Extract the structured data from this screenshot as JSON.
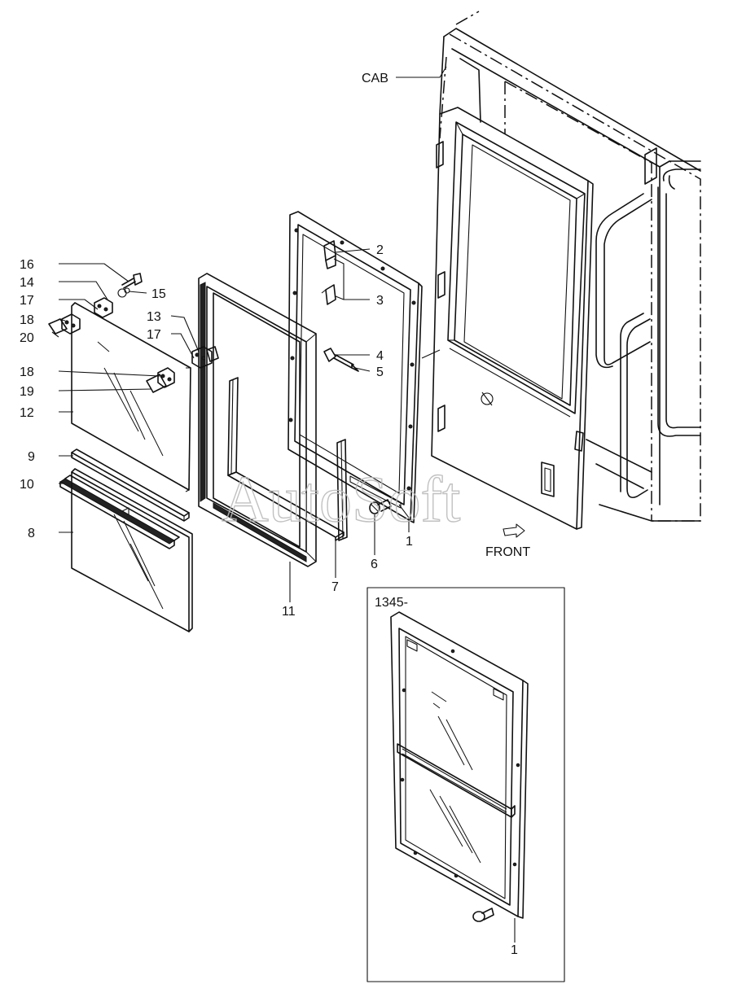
{
  "labels": {
    "cab": "CAB",
    "front": "FRONT",
    "inset": "1345-",
    "p1": "1",
    "p1_inset": "1",
    "p2": "2",
    "p3": "3",
    "p4": "4",
    "p5": "5",
    "p6": "6",
    "p7": "7",
    "p8": "8",
    "p9": "9",
    "p10": "10",
    "p11": "11",
    "p12": "12",
    "p13": "13",
    "p14": "14",
    "p15": "15",
    "p16": "16",
    "p17a": "17",
    "p17b": "17",
    "p18a": "18",
    "p18b": "18",
    "p19": "19",
    "p20": "20"
  },
  "watermark": "AutoSoft"
}
